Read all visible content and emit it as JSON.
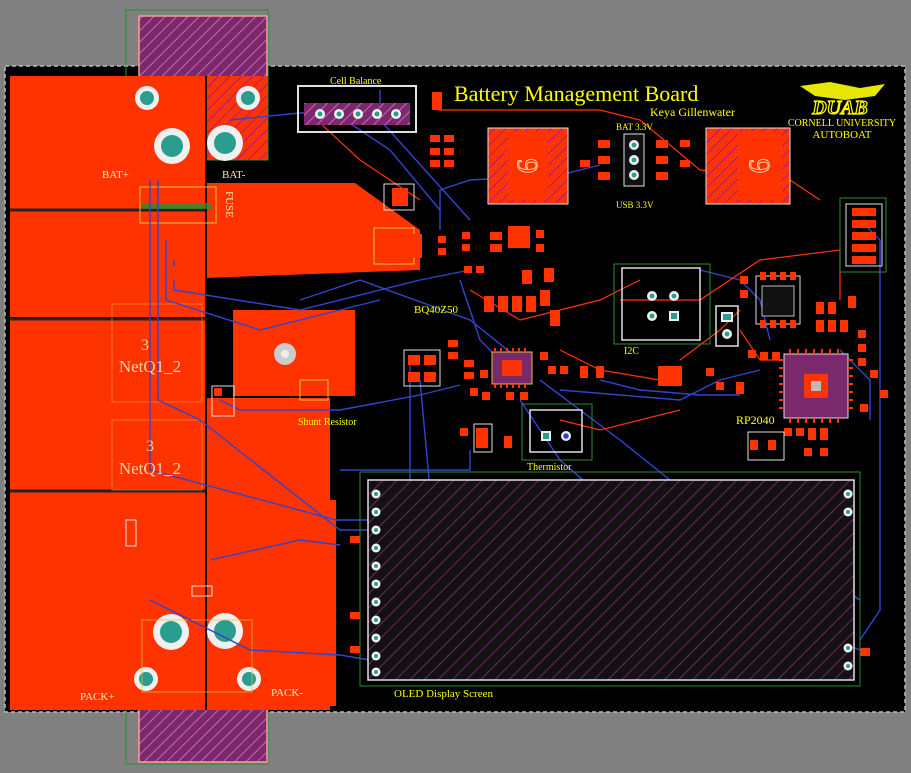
{
  "board": {
    "title": "Battery Management Board",
    "author": "Keya Gillenwater",
    "logo": {
      "text": "DUAB",
      "line1": "CORNELL UNIVERSITY",
      "line2": "AUTOBOAT"
    }
  },
  "labels": {
    "cell_balance": "Cell Balance",
    "bat_plus": "BAT+",
    "bat_minus": "BAT-",
    "fuse": "FUSE",
    "bq": "BQ40Z50",
    "shunt": "Shunt Resistor",
    "thermistor": "Thermistor",
    "i2c": "I2C",
    "rp2040": "RP2040",
    "bat33": "BAT 3.3V",
    "usb33": "USB 3.3V",
    "oled": "OLED Display Screen",
    "pack_plus": "PACK+",
    "pack_minus": "PACK-",
    "net1": "NetQ1_2",
    "net2": "NetQ1_2",
    "num1": "3",
    "num2": "3",
    "six_left": "6",
    "six_right": "6"
  },
  "colors": {
    "background": "#000000",
    "outside": "#808080",
    "copper_top": "#ff3300",
    "trace_bottom": "#3344cc",
    "silkscreen": "#ffff00",
    "keepout": "#cc44cc",
    "pad_teal": "#2a9d8f"
  }
}
